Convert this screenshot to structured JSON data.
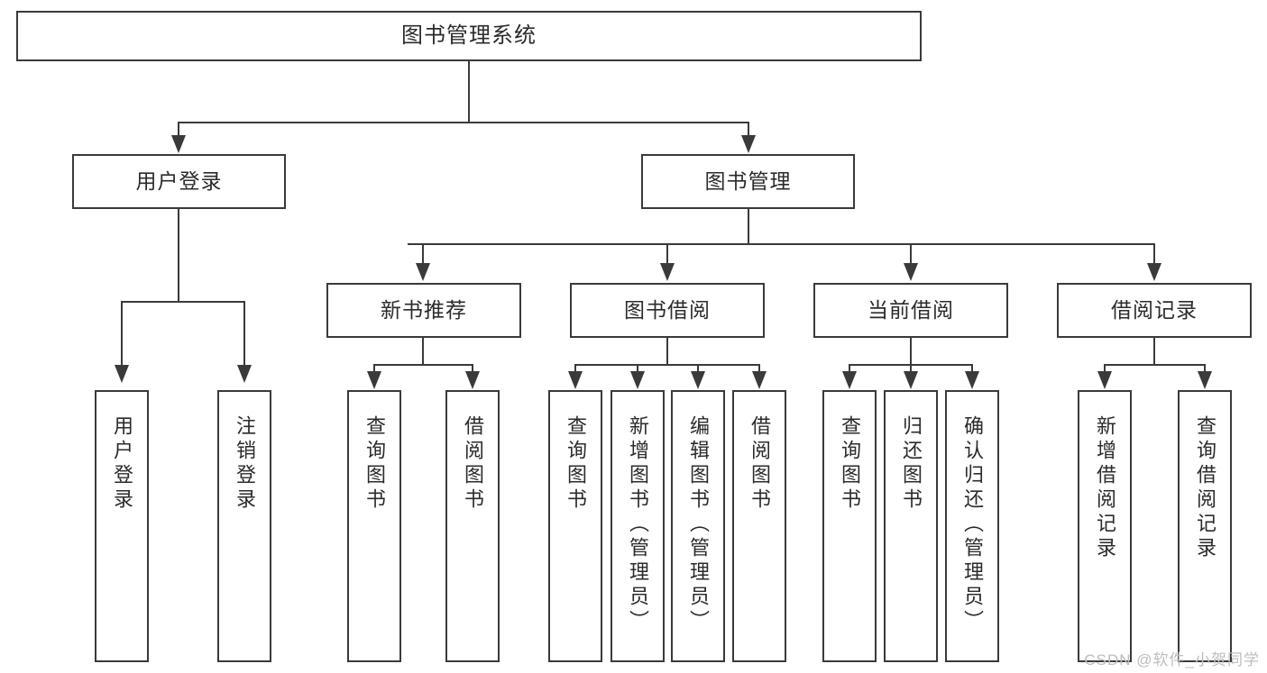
{
  "diagram": {
    "title": "图书管理系统",
    "type": "tree-hierarchy-chart",
    "root": {
      "label": "图书管理系统"
    },
    "level2": [
      {
        "label": "用户登录"
      },
      {
        "label": "图书管理"
      }
    ],
    "level3": [
      {
        "label": "新书推荐"
      },
      {
        "label": "图书借阅"
      },
      {
        "label": "当前借阅"
      },
      {
        "label": "借阅记录"
      }
    ],
    "leaves": {
      "user_login": [
        {
          "label": "用户登录"
        },
        {
          "label": "注销登录"
        }
      ],
      "new_book_recommend": [
        {
          "label": "查询图书"
        },
        {
          "label": "借阅图书"
        }
      ],
      "book_borrow": [
        {
          "label": "查询图书"
        },
        {
          "label": "新增图书（管理员）"
        },
        {
          "label": "编辑图书（管理员）"
        },
        {
          "label": "借阅图书"
        }
      ],
      "current_borrow": [
        {
          "label": "查询图书"
        },
        {
          "label": "归还图书"
        },
        {
          "label": "确认归还（管理员）"
        }
      ],
      "borrow_record": [
        {
          "label": "新增借阅记录"
        },
        {
          "label": "查询借阅记录"
        }
      ]
    }
  },
  "watermark": {
    "text": "CSDN @软件_小贺同学"
  },
  "colors": {
    "stroke": "#3a3a3a",
    "background": "#ffffff",
    "text": "#2b2b2b",
    "watermark": "#bdbdbd"
  }
}
